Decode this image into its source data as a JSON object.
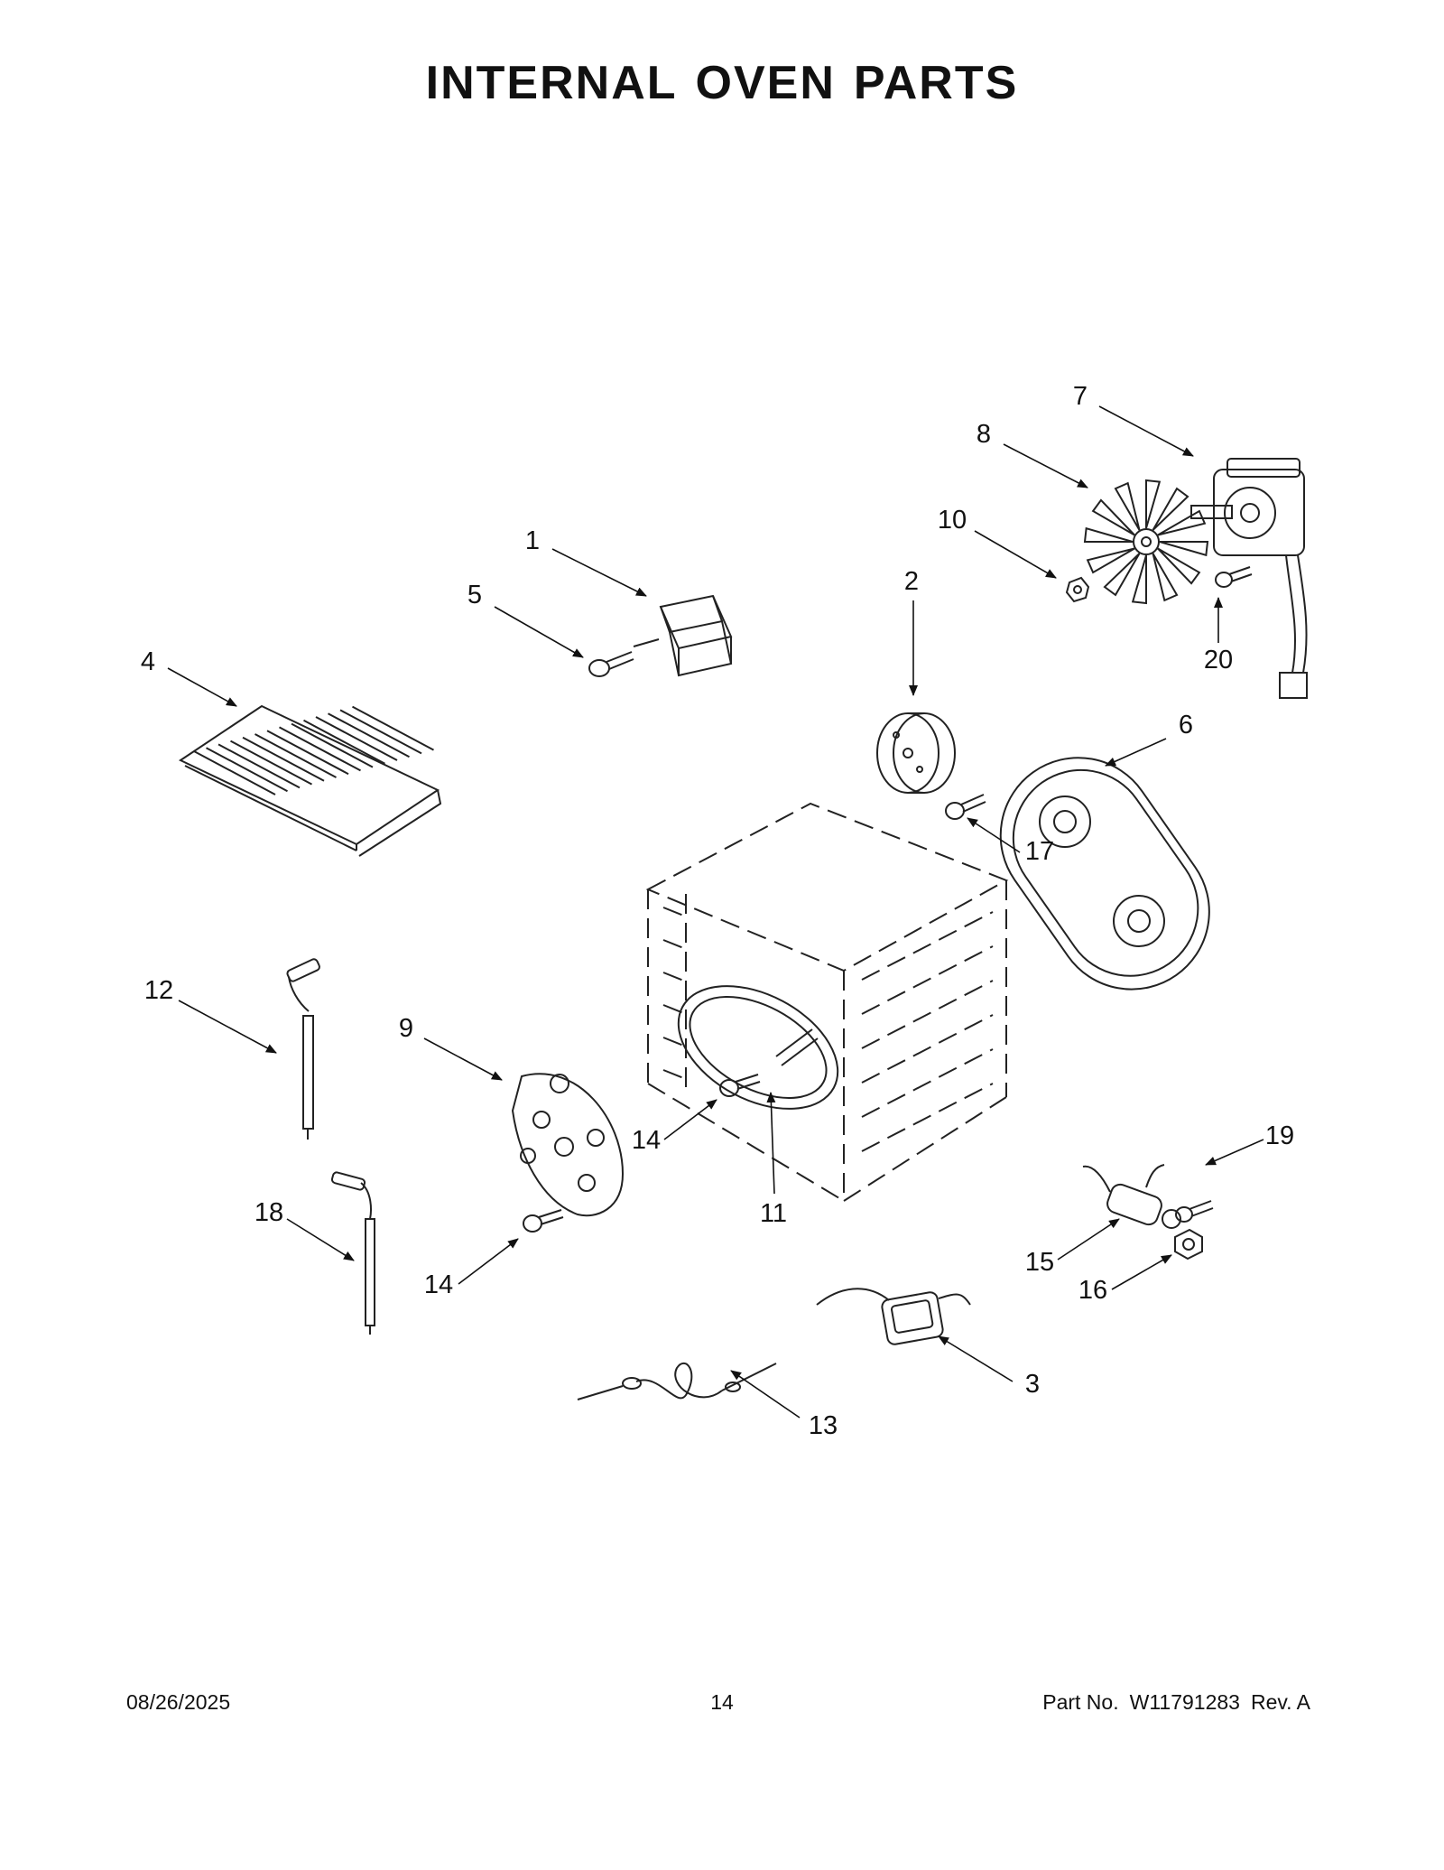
{
  "header": {
    "title_words": [
      "INTERNAL",
      "OVEN",
      "PARTS"
    ]
  },
  "callouts": [
    {
      "id": "c1",
      "label": "1"
    },
    {
      "id": "c2",
      "label": "2"
    },
    {
      "id": "c3",
      "label": "3"
    },
    {
      "id": "c4",
      "label": "4"
    },
    {
      "id": "c5",
      "label": "5"
    },
    {
      "id": "c6",
      "label": "6"
    },
    {
      "id": "c7",
      "label": "7"
    },
    {
      "id": "c8",
      "label": "8"
    },
    {
      "id": "c9",
      "label": "9"
    },
    {
      "id": "c10",
      "label": "10"
    },
    {
      "id": "c11",
      "label": "11"
    },
    {
      "id": "c12",
      "label": "12"
    },
    {
      "id": "c13",
      "label": "13"
    },
    {
      "id": "c14a",
      "label": "14"
    },
    {
      "id": "c14b",
      "label": "14"
    },
    {
      "id": "c15",
      "label": "15"
    },
    {
      "id": "c16",
      "label": "16"
    },
    {
      "id": "c17",
      "label": "17"
    },
    {
      "id": "c18",
      "label": "18"
    },
    {
      "id": "c19",
      "label": "19"
    },
    {
      "id": "c20",
      "label": "20"
    }
  ],
  "footer": {
    "date": "08/26/2025",
    "page": "14",
    "part_prefix": "Part No.",
    "part_number": "W11791283",
    "rev": "Rev.  A"
  }
}
